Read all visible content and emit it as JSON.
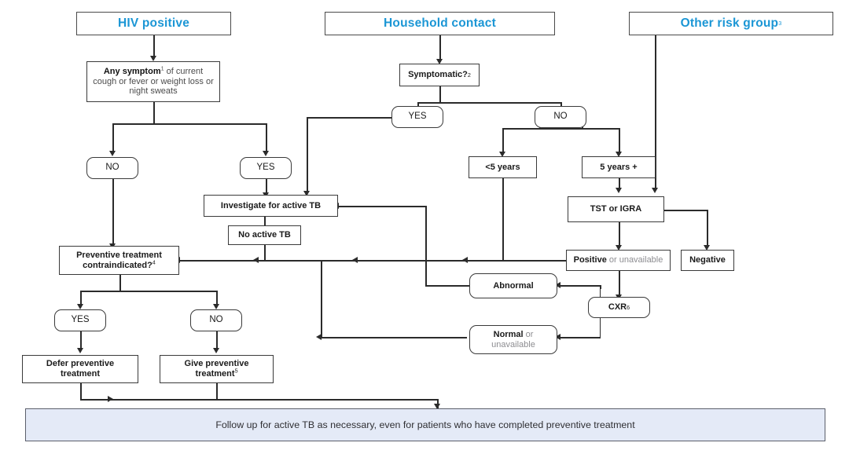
{
  "diagram": {
    "title": "TB preventive treatment algorithm",
    "colors": {
      "header_text": "#1b96d5",
      "line": "#2b2b2b",
      "node_border": "#3a3a3a",
      "followup_fill": "#e4eaf7",
      "followup_border": "#5b5f6b",
      "muted_text": "#8d8d91"
    },
    "headers": [
      {
        "id": "hiv-positive",
        "label": "HIV positive"
      },
      {
        "id": "household-contact",
        "label": "Household contact"
      },
      {
        "id": "other-risk-group",
        "label": "Other risk group",
        "superscript": "3"
      }
    ],
    "nodes": {
      "any_symptom": {
        "bold": "Any symptom",
        "superscript": "1",
        "rest": " of current cough or fever or weight loss or night sweats"
      },
      "symptomatic": {
        "label": "Symptomatic?",
        "superscript": "2"
      },
      "hiv_no": {
        "label": "NO"
      },
      "hiv_yes": {
        "label": "YES"
      },
      "hh_yes": {
        "label": "YES"
      },
      "hh_no": {
        "label": "NO"
      },
      "under5": {
        "label": "<5 years"
      },
      "over5": {
        "label": "5 years +"
      },
      "tst_igra": {
        "label": "TST or IGRA"
      },
      "positive": {
        "bold": "Positive",
        "grey": " or unavailable"
      },
      "negative": {
        "label": "Negative"
      },
      "investigate": {
        "label": "Investigate for active TB"
      },
      "no_active_tb": {
        "label": "No active TB"
      },
      "contraindicated": {
        "line1": "Preventive treatment",
        "line2": "contraindicated?",
        "superscript": "4"
      },
      "contra_yes": {
        "label": "YES"
      },
      "contra_no": {
        "label": "NO"
      },
      "defer": {
        "line1": "Defer preventive",
        "line2": "treatment"
      },
      "give": {
        "line1": "Give preventive",
        "line2": "treatment",
        "superscript": "5"
      },
      "cxr": {
        "label": "CXR",
        "superscript": "6"
      },
      "abnormal": {
        "label": "Abnormal"
      },
      "normal": {
        "bold": "Normal",
        "grey": " or",
        "line2": "unavailable"
      },
      "followup": {
        "label": "Follow up for active TB as necessary, even for patients who have completed preventive treatment"
      }
    }
  }
}
